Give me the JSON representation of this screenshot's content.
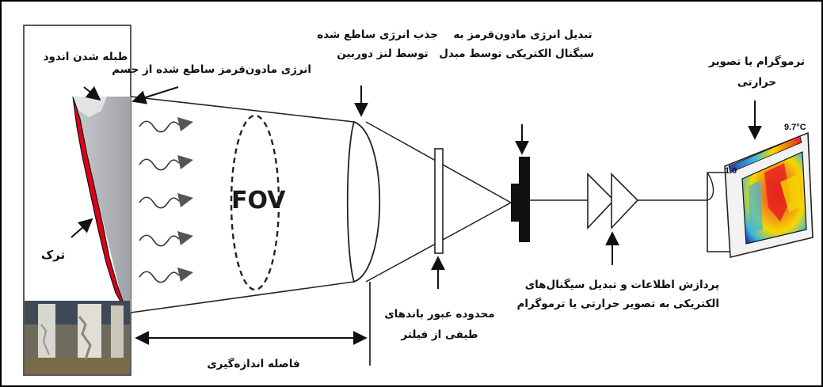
{
  "labels": {
    "peeling": "طبله شدن اندود",
    "emitted_energy": "انرژی مادون‌قرمز ساطع شده از جسم",
    "crack": "ترک",
    "absorb_line1": "جذب انرژی ساطع شده",
    "absorb_line2": "توسط لنز دوربین",
    "convert_line1": "تبدیل انرژی مادون‌قرمز به",
    "convert_line2": "سیگنال الکتریکی توسط مبدل",
    "thermogram_line1": "ترموگرام یا تصویر",
    "thermogram_line2": "حرارتی",
    "filter_line1": "محدوده عبور باندهای",
    "filter_line2": "طیفی از فیلتر",
    "processing_line1": "پردازش اطلاعات و تبدیل سیگنال‌های",
    "processing_line2": "الکتریکی به تصویر حرارتی یا ترموگرام",
    "distance": "فاصله اندازه‌گیری",
    "fov": "FOV",
    "scale_max": "9.7°C",
    "scale_min": "1.0"
  },
  "colors": {
    "crack": "#e0001a",
    "wall": "#b3b5b8",
    "arrow": "#111111",
    "heat_hot": "#e8231e",
    "heat_warm": "#f5d800",
    "heat_cool": "#3a64c8"
  },
  "icons": {
    "heat_waves": "wavy-arrow-icon",
    "lens": "convex-lens-icon",
    "filter": "filter-plate-icon",
    "detector": "detector-icon",
    "amplifier": "amplifier-triangle-icon",
    "display": "thermal-display-icon"
  }
}
